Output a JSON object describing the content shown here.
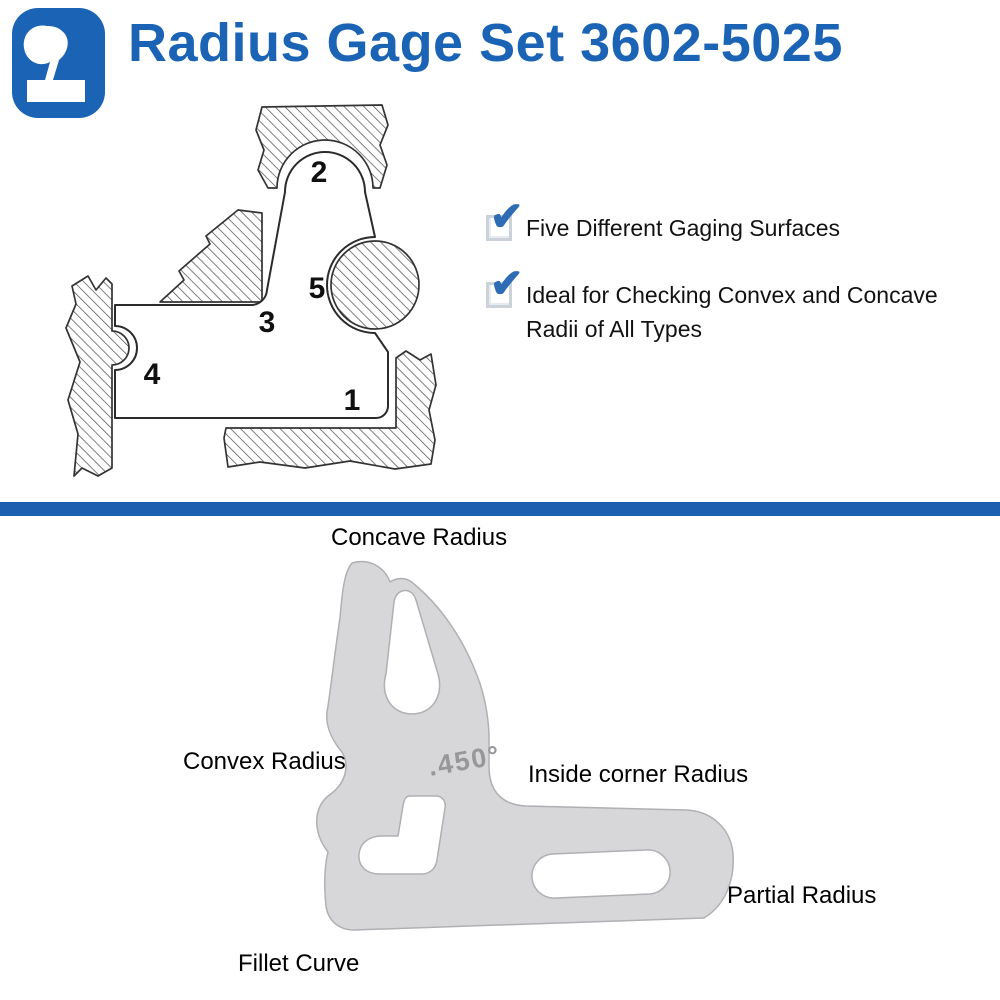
{
  "header": {
    "title": "Radius Gage Set 3602-5025"
  },
  "icons": {
    "check": "✔",
    "logo": "radius-gage-brand-mark"
  },
  "diagram": {
    "surface_numbers": [
      "1",
      "2",
      "3",
      "4",
      "5"
    ]
  },
  "features": [
    {
      "text": "Five Different Gaging Surfaces"
    },
    {
      "text": "Ideal for Checking Convex and Concave\nRadii of All Types"
    }
  ],
  "gage": {
    "stamp": ".450°",
    "labels": {
      "concave": "Concave Radius",
      "convex": "Convex Radius",
      "inside_corner": "Inside corner Radius",
      "partial": "Partial Radius",
      "fillet": "Fillet Curve"
    }
  },
  "colors": {
    "accent_blue": "#1b63b5",
    "divider_blue": "#1c5fb0",
    "gage_gray": "#d7d7d9"
  }
}
